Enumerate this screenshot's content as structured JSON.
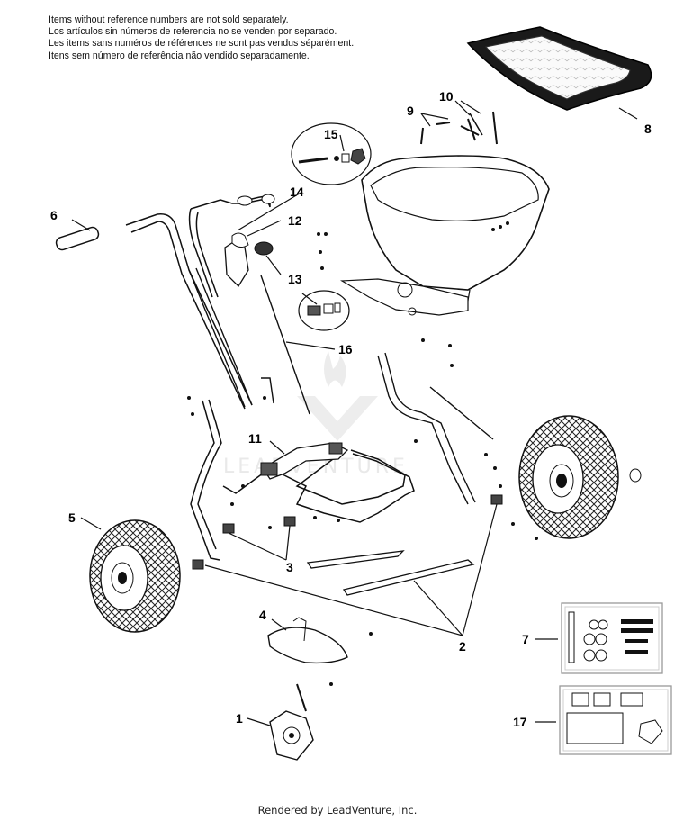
{
  "disclaimer": {
    "en": "Items without reference numbers are not sold separately.",
    "es": "Los artículos sin números de referencia no se venden por separado.",
    "fr": "Les items sans numéros de références ne sont pas vendus séparément.",
    "pt": "Itens sem número de referência não vendido separadamente."
  },
  "callouts": {
    "c1": "1",
    "c2": "2",
    "c3": "3",
    "c4": "4",
    "c5": "5",
    "c6": "6",
    "c7": "7",
    "c8": "8",
    "c9": "9",
    "c10": "10",
    "c11": "11",
    "c12": "12",
    "c13": "13",
    "c14": "14",
    "c15": "15",
    "c16": "16",
    "c17": "17"
  },
  "watermark": "LEADVENTURE",
  "footer": "Rendered by LeadVenture, Inc."
}
